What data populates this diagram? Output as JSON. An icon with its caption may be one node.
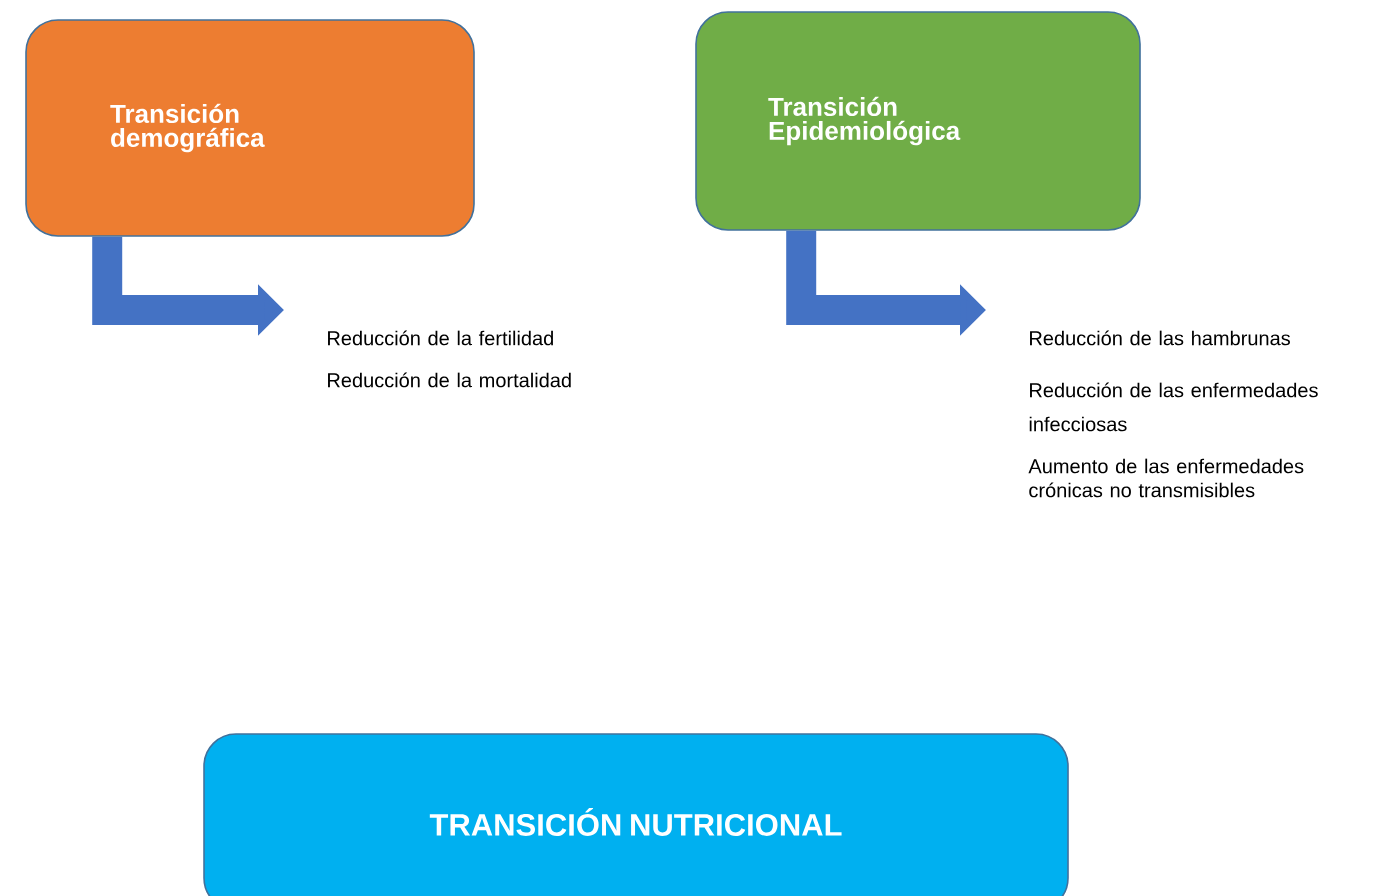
{
  "diagram": {
    "nodes": [
      {
        "text": [
          "Transición demográfica"
        ]
      },
      {
        "text": [
          "Transición Epidemiológica"
        ]
      },
      {
        "text": [
          "TRANSICIÓN NUTRICIONAL"
        ]
      },
      {
        "text": [
          "Reducción de la fertilidad",
          "Reducción de la mortalidad"
        ]
      },
      {
        "text": [
          "Reducción de las hambrunas",
          "Reducción de las enfermedades infecciosas",
          "Aumento de las enfermedades crónicas no transmisibles"
        ]
      }
    ],
    "edges": [
      {
        "from": 0,
        "to": 3,
        "arrow": "to"
      },
      {
        "from": 1,
        "to": 4,
        "arrow": "to"
      }
    ]
  }
}
